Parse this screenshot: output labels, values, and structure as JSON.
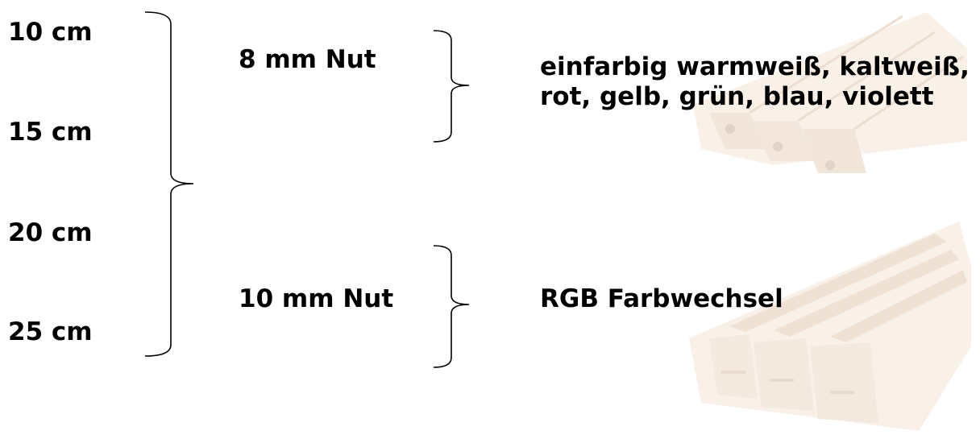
{
  "sizes": [
    "10 cm",
    "15 cm",
    "20 cm",
    "25 cm"
  ],
  "grooves": [
    "8 mm Nut",
    "10 mm Nut"
  ],
  "colors": {
    "line1": "einfarbig warmweiß, kaltweiß,",
    "line2": "rot, gelb, grün, blau, violett"
  },
  "rgb": "RGB Farbwechsel",
  "palette": {
    "text": "#000000",
    "product_fill": "#f5e4d6",
    "product_edge": "#e6cdb8",
    "product_shadow": "#efdccb"
  },
  "images": [
    "led-profile-top-image",
    "led-profile-bottom-image"
  ]
}
